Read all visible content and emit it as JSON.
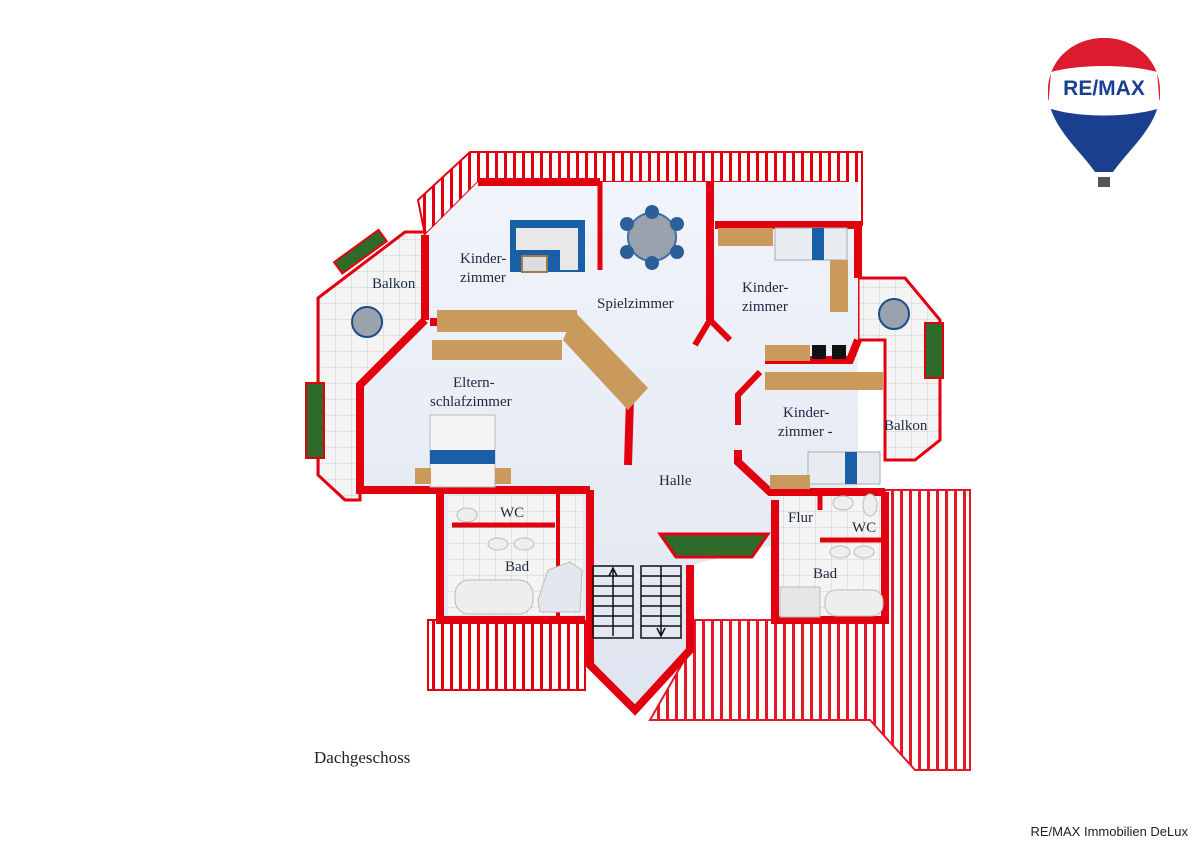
{
  "plan": {
    "caption": "Dachgeschoss",
    "rooms": [
      {
        "id": "kinderzimmer-1",
        "lines": [
          "Kinder-",
          "zimmer"
        ]
      },
      {
        "id": "balkon-left",
        "lines": [
          "Balkon"
        ]
      },
      {
        "id": "spielzimmer",
        "lines": [
          "Spielzimmer"
        ]
      },
      {
        "id": "kinderzimmer-2",
        "lines": [
          "Kinder-",
          "zimmer"
        ]
      },
      {
        "id": "elternschlafzimmer",
        "lines": [
          "Eltern-",
          "schlafzimmer"
        ]
      },
      {
        "id": "kinderzimmer-3",
        "lines": [
          "Kinder-",
          "zimmer -"
        ]
      },
      {
        "id": "balkon-right",
        "lines": [
          "Balkon"
        ]
      },
      {
        "id": "halle",
        "lines": [
          "Halle"
        ]
      },
      {
        "id": "wc-left",
        "lines": [
          "WC"
        ]
      },
      {
        "id": "bad-left",
        "lines": [
          "Bad"
        ]
      },
      {
        "id": "flur",
        "lines": [
          "Flur"
        ]
      },
      {
        "id": "wc-right",
        "lines": [
          "WC"
        ]
      },
      {
        "id": "bad-right",
        "lines": [
          "Bad"
        ]
      }
    ]
  },
  "logo": {
    "text": "RE/MAX"
  },
  "footer": {
    "text": "RE/MAX Immobilien DeLux"
  },
  "colors": {
    "wall": "#e2000f",
    "floor": "#e6ebf4",
    "tile": "#f2f2f2",
    "wood": "#c99a5b",
    "blue": "#1a5ea8",
    "logo_red": "#dc1c2e",
    "logo_blue": "#1b3f8f"
  }
}
